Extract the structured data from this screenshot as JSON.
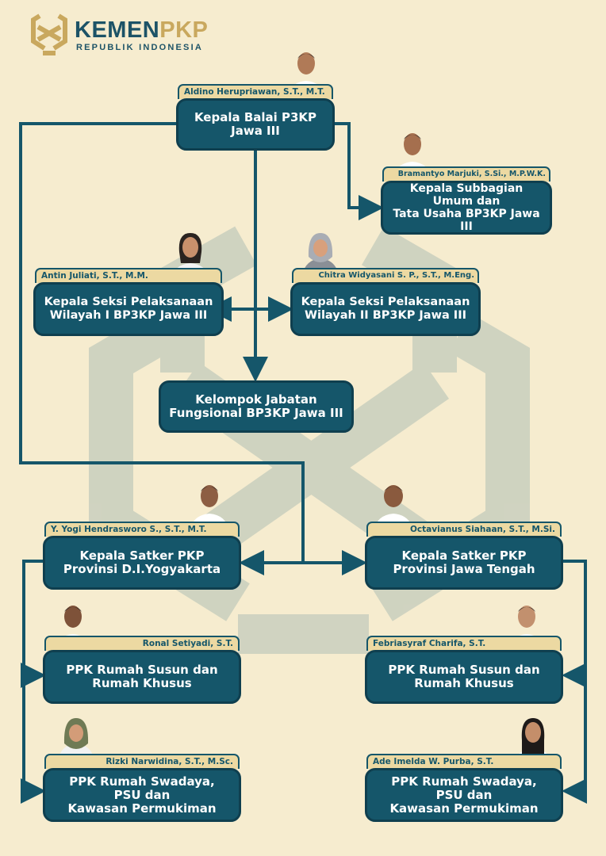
{
  "logo": {
    "title_part1": "KEMEN",
    "title_part2": "PKP",
    "subtitle": "REPUBLIK INDONESIA"
  },
  "colors": {
    "background": "#f6eccf",
    "box": "#15566a",
    "connector": "#15566a",
    "name_tab": "#ecd9a2",
    "watermark": "#c9cfbe",
    "logo_gold": "#c9a85e"
  },
  "nodes": {
    "kepala_balai": {
      "name": "Aldino Herupriawan, S.T., M.T.",
      "title": "Kepala Balai P3KP\nJawa III"
    },
    "kasubbag": {
      "name": "Bramantyo Marjuki, S.Si., M.P.W.K.",
      "title": "Kepala Subbagian\nUmum dan\nTata Usaha BP3KP Jawa III"
    },
    "kasi_1": {
      "name": "Antin Juliati, S.T., M.M.",
      "title": "Kepala Seksi Pelaksanaan\nWilayah I BP3KP Jawa III"
    },
    "kasi_2": {
      "name": "Chitra Widyasani S. P., S.T., M.Eng.",
      "title": "Kepala Seksi Pelaksanaan\nWilayah II BP3KP Jawa III"
    },
    "fungsional": {
      "title": "Kelompok Jabatan\nFungsional BP3KP Jawa III"
    },
    "satker_diy": {
      "name": "Y. Yogi Hendrasworo S., S.T., M.T.",
      "title": "Kepala Satker PKP\nProvinsi D.I.Yogyakarta"
    },
    "satker_jateng": {
      "name": "Octavianus Siahaan, S.T., M.Si.",
      "title": "Kepala Satker PKP\nProvinsi Jawa Tengah"
    },
    "ppk_rusun_diy": {
      "name": "Ronal Setiyadi, S.T.",
      "title": "PPK Rumah Susun dan\nRumah Khusus"
    },
    "ppk_rusun_jateng": {
      "name": "Febriasyraf Charifa, S.T.",
      "title": "PPK Rumah Susun dan\nRumah Khusus"
    },
    "ppk_swadaya_diy": {
      "name": "Rizki Narwidina, S.T., M.Sc.",
      "title": "PPK Rumah Swadaya,\nPSU dan\nKawasan Permukiman"
    },
    "ppk_swadaya_jateng": {
      "name": "Ade Imelda W. Purba, S.T.",
      "title": "PPK Rumah Swadaya,\nPSU dan\nKawasan Permukiman"
    }
  }
}
